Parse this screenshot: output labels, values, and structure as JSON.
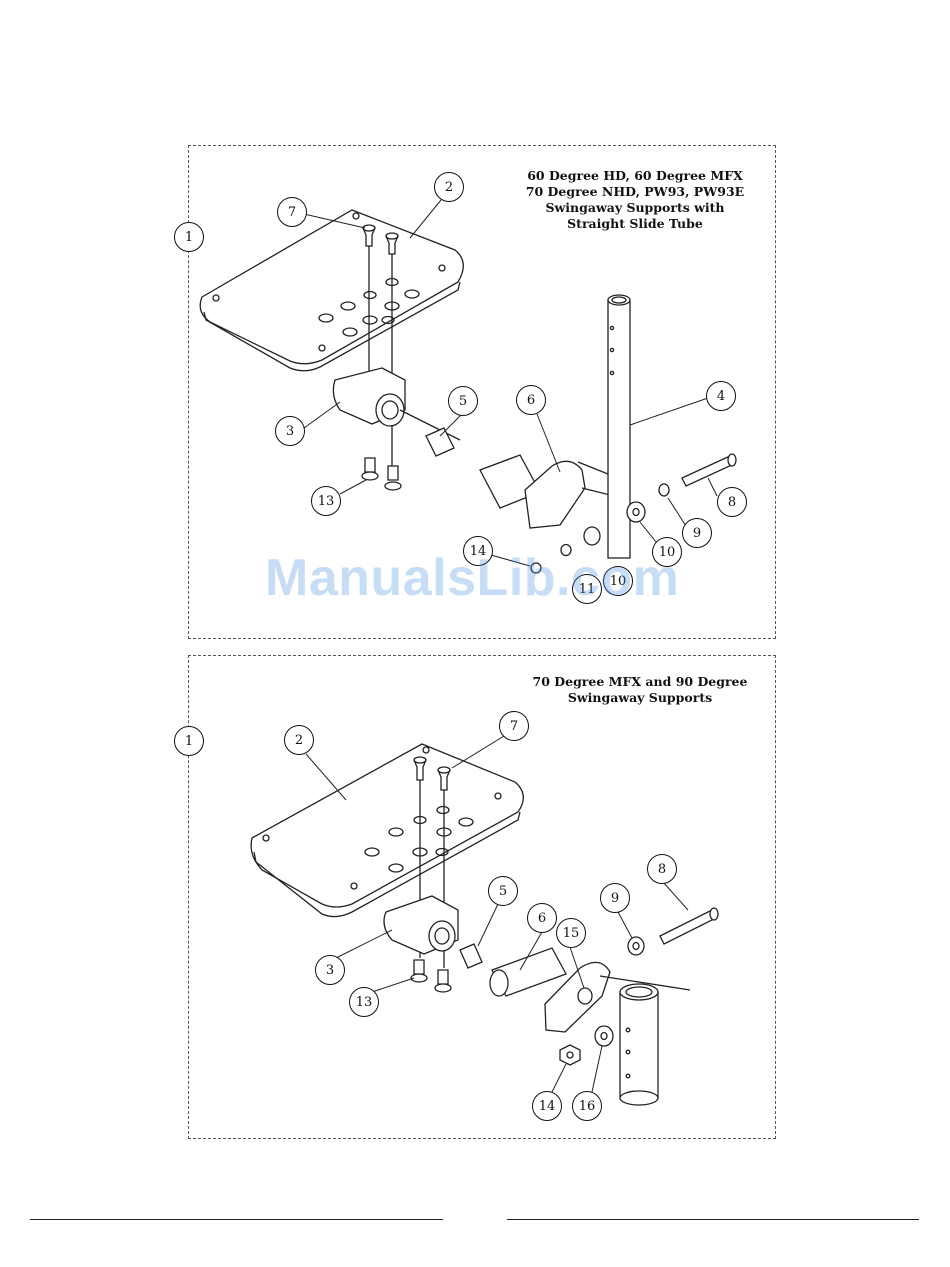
{
  "panel_top": {
    "caption_lines": [
      "60 Degree HD, 60 Degree MFX",
      "70 Degree NHD, PW93, PW93E",
      "Swingaway Supports with",
      "Straight Slide Tube"
    ],
    "callouts": [
      "1",
      "2",
      "7",
      "3",
      "13",
      "5",
      "6",
      "4",
      "8",
      "9",
      "10",
      "14",
      "11",
      "10"
    ]
  },
  "panel_bottom": {
    "caption_lines": [
      "70 Degree MFX and 90 Degree",
      "Swingaway Supports"
    ],
    "callouts": [
      "1",
      "2",
      "7",
      "5",
      "6",
      "15",
      "9",
      "8",
      "3",
      "13",
      "14",
      "16"
    ]
  },
  "watermark": "ManualsLib.com"
}
